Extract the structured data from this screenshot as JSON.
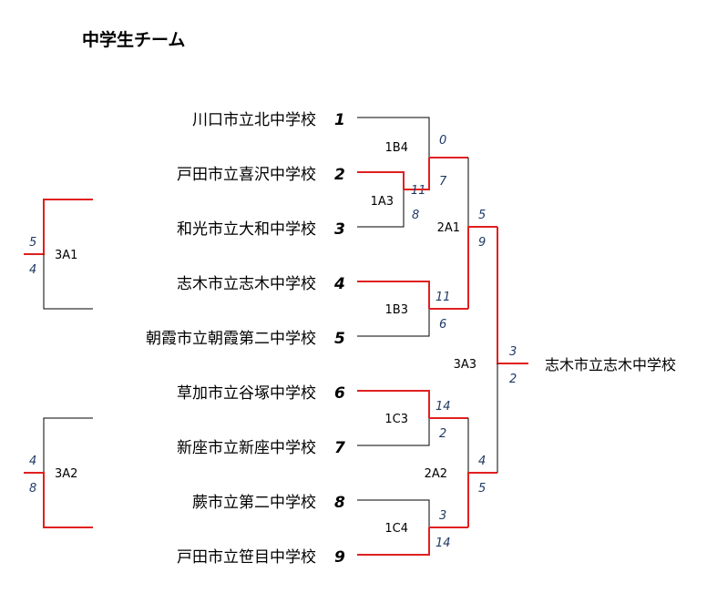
{
  "title": "中学生チーム",
  "teams": [
    {
      "name": "川口市立北中学校",
      "seed": "1"
    },
    {
      "name": "戸田市立喜沢中学校",
      "seed": "2"
    },
    {
      "name": "和光市立大和中学校",
      "seed": "3"
    },
    {
      "name": "志木市立志木中学校",
      "seed": "4"
    },
    {
      "name": "朝霞市立朝霞第二中学校",
      "seed": "5"
    },
    {
      "name": "草加市立谷塚中学校",
      "seed": "6"
    },
    {
      "name": "新座市立新座中学校",
      "seed": "7"
    },
    {
      "name": "蕨市立第二中学校",
      "seed": "8"
    },
    {
      "name": "戸田市立笹目中学校",
      "seed": "9"
    }
  ],
  "matches": [
    {
      "code": "1A3",
      "top_score": "11",
      "bottom_score": "8"
    },
    {
      "code": "1B4",
      "top_score": "0",
      "bottom_score": "7"
    },
    {
      "code": "1B3",
      "top_score": "11",
      "bottom_score": "6"
    },
    {
      "code": "1C3",
      "top_score": "14",
      "bottom_score": "2"
    },
    {
      "code": "1C4",
      "top_score": "3",
      "bottom_score": "14"
    },
    {
      "code": "2A1",
      "top_score": "5",
      "bottom_score": "9"
    },
    {
      "code": "2A2",
      "top_score": "4",
      "bottom_score": "5"
    },
    {
      "code": "3A3",
      "top_score": "3",
      "bottom_score": "2"
    },
    {
      "code": "3A1",
      "top_score": "5",
      "bottom_score": "4"
    },
    {
      "code": "3A2",
      "top_score": "4",
      "bottom_score": "8"
    }
  ],
  "champion": "志木市立志木中学校",
  "colors": {
    "winner_line": "#e02020",
    "line": "#000000",
    "score": "#1f3a66"
  }
}
